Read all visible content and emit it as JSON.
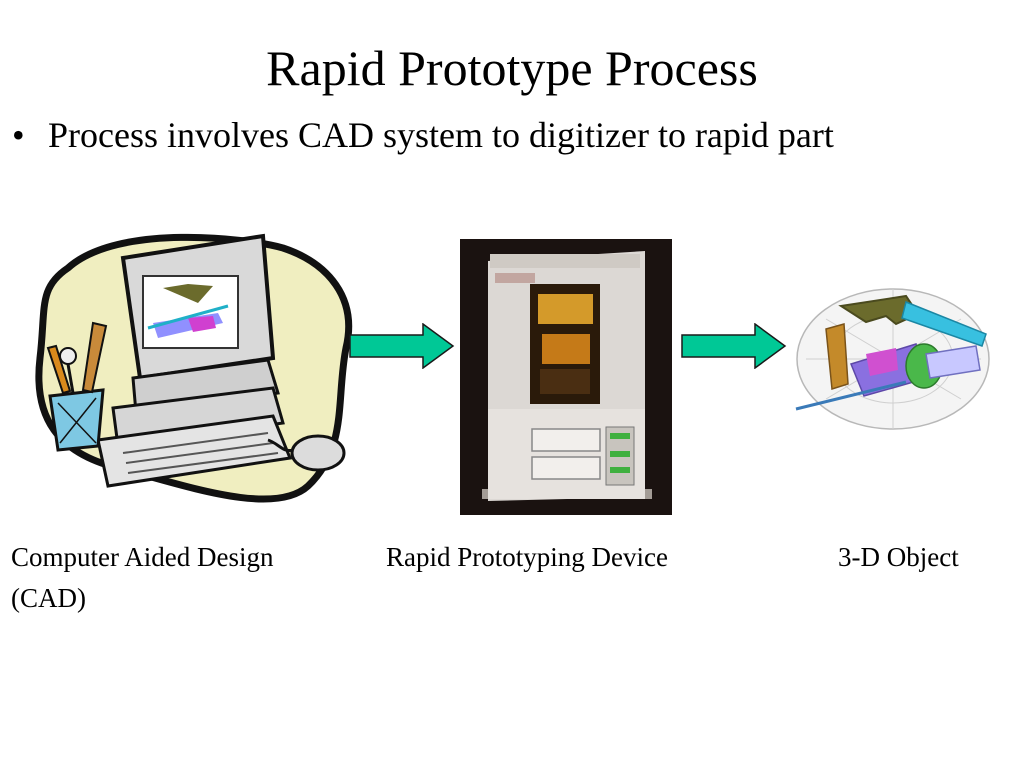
{
  "slide": {
    "title": "Rapid Prototype Process",
    "bullet_marker": "•",
    "bullet": "Process involves CAD system to digitizer to rapid part"
  },
  "stages": [
    {
      "caption_line1": "Computer Aided Design",
      "caption_line2": "(CAD)"
    },
    {
      "caption_line1": "Rapid Prototyping Device"
    },
    {
      "caption_line1": "3-D Object"
    }
  ],
  "colors": {
    "arrow": "#00c896",
    "blob": "#f0eec0",
    "device_bg": "#1a1210"
  }
}
